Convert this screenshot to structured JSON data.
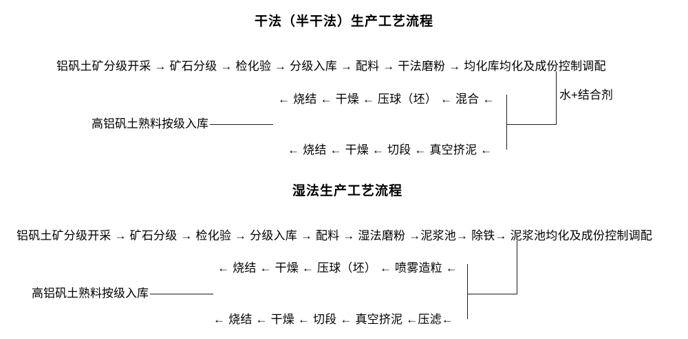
{
  "document": {
    "language": "zh-CN",
    "background_color": "#ffffff",
    "text_color": "#000000",
    "line_color": "#1a1a1a"
  },
  "sections": [
    {
      "id": "dry-process",
      "title": "干法（半干法）生产工艺流程",
      "rows": {
        "main": "铝矾土矿分级开采 → 矿石分级 → 检化验 → 分级入库 → 配料 → 干法磨粉 → 均化库均化及成份控制调配",
        "branch_upper": "← 烧结 ← 干燥 ← 压球（坯） ← 混合 ←",
        "feed_label": "高铝矾土熟料按级入库",
        "branch_lower": "← 烧结 ← 干燥 ← 切段 ← 真空挤泥 ←"
      },
      "annotation": "水+结合剂"
    },
    {
      "id": "wet-process",
      "title": "湿法生产工艺流程",
      "rows": {
        "main": "铝矾土矿分级开采 → 矿石分级 → 检化验 → 分级入库 → 配料 → 湿法磨粉 →泥浆池→ 除铁→  泥浆池均化及成份控制调配",
        "branch_upper": "← 烧结 ← 干燥 ← 压球（坯） ← 喷雾造粒 ←",
        "feed_label": "高铝矾土熟料按级入库",
        "branch_lower": "← 烧结 ← 干燥 ← 切段 ← 真空挤泥 ←压滤←"
      },
      "annotation": ""
    }
  ]
}
